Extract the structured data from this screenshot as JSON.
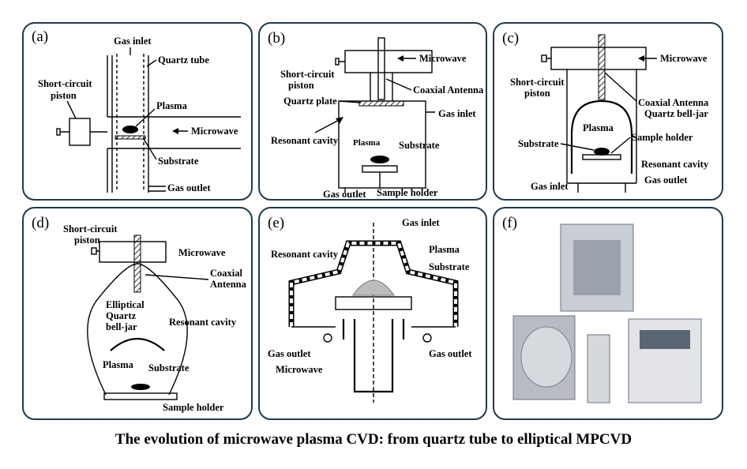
{
  "caption": "The evolution of microwave plasma CVD: from quartz tube to elliptical MPCVD",
  "panels": {
    "a": {
      "tag": "(a)",
      "gas_inlet": "Gas inlet",
      "quartz_tube": "Quartz tube",
      "short_circuit_1": "Short-circuit",
      "short_circuit_2": "piston",
      "plasma": "Plasma",
      "microwave": "Microwave",
      "substrate": "Substrate",
      "gas_outlet": "Gas outlet"
    },
    "b": {
      "tag": "(b)",
      "microwave": "Microwave",
      "short_circuit_1": "Short-circuit",
      "short_circuit_2": "piston",
      "coaxial_antenna": "Coaxial Antenna",
      "quartz_plate": "Quartz plate",
      "gas_inlet": "Gas inlet",
      "resonant_cavity": "Resonant cavity",
      "plasma": "Plasma",
      "substrate": "Substrate",
      "gas_outlet": "Gas outlet",
      "sample_holder": "Sample holder"
    },
    "c": {
      "tag": "(c)",
      "microwave": "Microwave",
      "short_circuit_1": "Short-circuit",
      "short_circuit_2": "piston",
      "coaxial_antenna": "Coaxial Antenna",
      "quartz_bell_jar": "Quartz bell-jar",
      "plasma": "Plasma",
      "sample_holder": "Sample holder",
      "substrate": "Substrate",
      "resonant_cavity": "Resonant cavity",
      "gas_inlet": "Gas inlet",
      "gas_outlet": "Gas outlet"
    },
    "d": {
      "tag": "(d)",
      "short_circuit_1": "Short-circuit",
      "short_circuit_2": "piston",
      "microwave": "Microwave",
      "coaxial_1": "Coaxial",
      "coaxial_2": "Antenna",
      "elliptical_1": "Elliptical",
      "elliptical_2": "Quartz",
      "elliptical_3": "bell-jar",
      "resonant_cavity": "Resonant cavity",
      "plasma": "Plasma",
      "substrate": "Substrate",
      "sample_holder": "Sample holder"
    },
    "e": {
      "tag": "(e)",
      "gas_inlet": "Gas inlet",
      "plasma": "Plasma",
      "resonant_cavity": "Resonant cavity",
      "substrate": "Substrate",
      "gas_outlet_left": "Gas outlet",
      "gas_outlet_right": "Gas outlet",
      "microwave": "Microwave"
    },
    "f": {
      "tag": "(f)"
    }
  }
}
